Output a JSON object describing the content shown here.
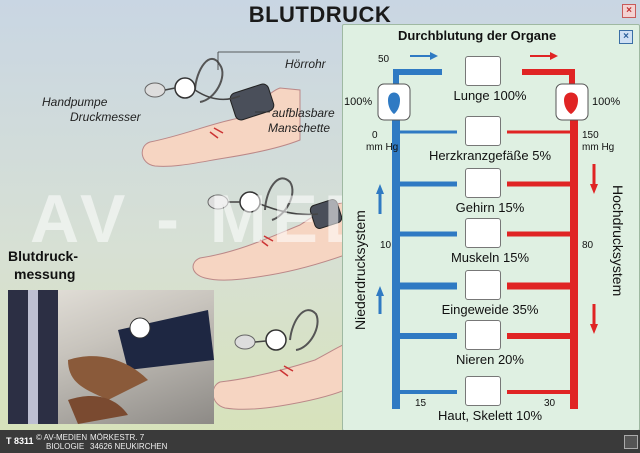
{
  "title": "BLUTDRUCK",
  "panel": {
    "title": "Durchblutung der Organe",
    "organs": [
      {
        "label": "Lunge 100%",
        "icon": "lungs-icon"
      },
      {
        "label": "Herzkranzgefäße 5%",
        "icon": "heart-vessels-icon"
      },
      {
        "label": "Gehirn 15%",
        "icon": "brain-icon"
      },
      {
        "label": "Muskeln 15%",
        "icon": "muscle-icon"
      },
      {
        "label": "Eingeweide 35%",
        "icon": "intestine-icon"
      },
      {
        "label": "Nieren 20%",
        "icon": "kidney-icon"
      },
      {
        "label": "Haut, Skelett 10%",
        "icon": "skeleton-hand-icon"
      }
    ],
    "left_heart_pct": "100%",
    "right_heart_pct": "100%",
    "pressures": {
      "top": "50",
      "left_upper": "0",
      "left_upper_unit": "mm Hg",
      "right_upper": "150",
      "right_upper_unit": "mm Hg",
      "left_mid": "10",
      "right_mid": "80",
      "bottom_left": "15",
      "bottom_right": "30"
    },
    "low_pressure_label": "Niederdrucksystem",
    "high_pressure_label": "Hochdrucksystem",
    "colors": {
      "venous": "#2f7ac3",
      "arterial": "#e02424"
    }
  },
  "device_labels": {
    "hoerrohr": "Hörrohr",
    "handpumpe": "Handpumpe",
    "druckmesser": "Druckmesser",
    "manschette_1": "aufblasbare",
    "manschette_2": "Manschette"
  },
  "photo_caption_1": "Blutdruck-",
  "photo_caption_2": "messung",
  "watermark": "AV - MEDIEN",
  "footer": {
    "code": "T 8311",
    "copyright": "© AV-MEDIEN",
    "subject": "BIOLOGIE",
    "street": "MÖRKESTR. 7",
    "city": "34626 NEUKIRCHEN"
  }
}
